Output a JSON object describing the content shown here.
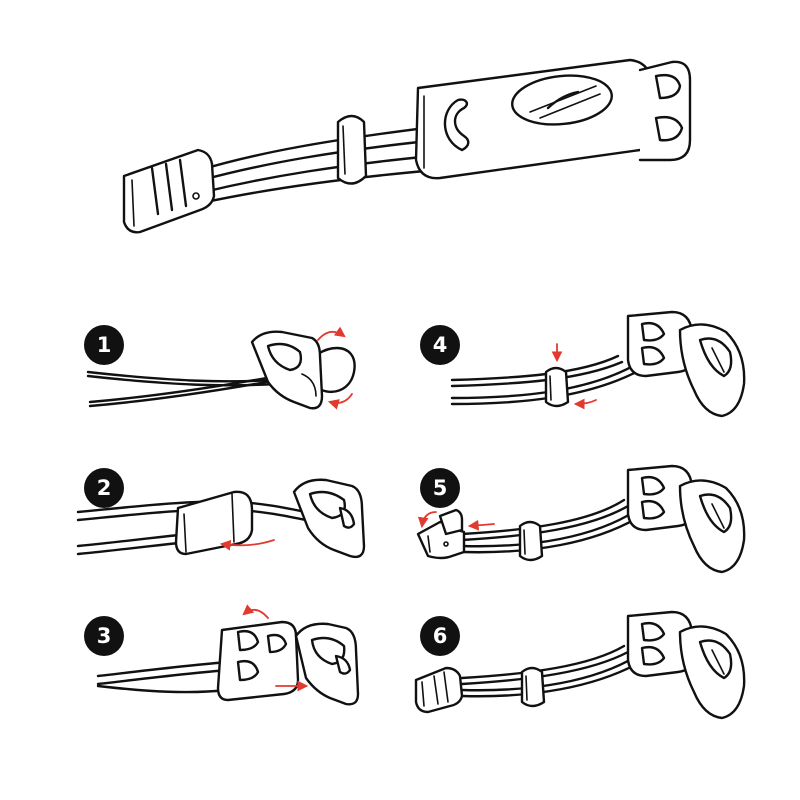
{
  "colors": {
    "line": "#111111",
    "arrow": "#e23a2e",
    "badge": "#111111",
    "badge_text": "#ffffff"
  },
  "steps": [
    {
      "number": "1"
    },
    {
      "number": "2"
    },
    {
      "number": "3"
    },
    {
      "number": "4"
    },
    {
      "number": "5"
    },
    {
      "number": "6"
    }
  ]
}
